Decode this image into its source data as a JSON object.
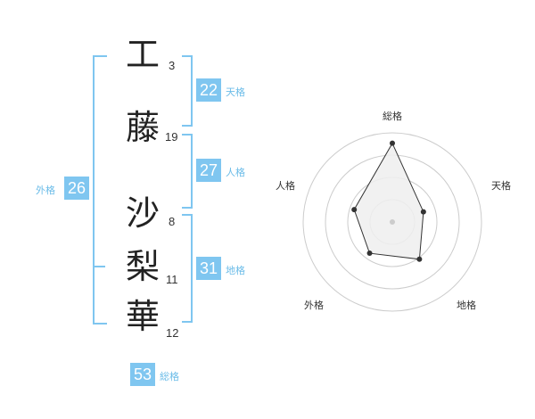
{
  "characters": [
    {
      "char": "工",
      "strokes": "3"
    },
    {
      "char": "藤",
      "strokes": "19"
    },
    {
      "char": "沙",
      "strokes": "8"
    },
    {
      "char": "梨",
      "strokes": "11"
    },
    {
      "char": "華",
      "strokes": "12"
    }
  ],
  "fortunes": {
    "tenkaku": {
      "value": "22",
      "label": "天格"
    },
    "jinkaku": {
      "value": "27",
      "label": "人格"
    },
    "chikaku": {
      "value": "31",
      "label": "地格"
    },
    "gaikaku": {
      "value": "26",
      "label": "外格"
    },
    "soukaku": {
      "value": "53",
      "label": "総格"
    }
  },
  "chart_data": {
    "type": "radar",
    "axes": [
      "総格",
      "天格",
      "地格",
      "外格",
      "人格"
    ],
    "values": [
      53,
      22,
      31,
      26,
      27
    ],
    "grid_rings": 4,
    "colors": {
      "accent": "#7fc6f0",
      "fill": "#eeeeee",
      "line": "#333333",
      "grid": "#cccccc"
    }
  }
}
